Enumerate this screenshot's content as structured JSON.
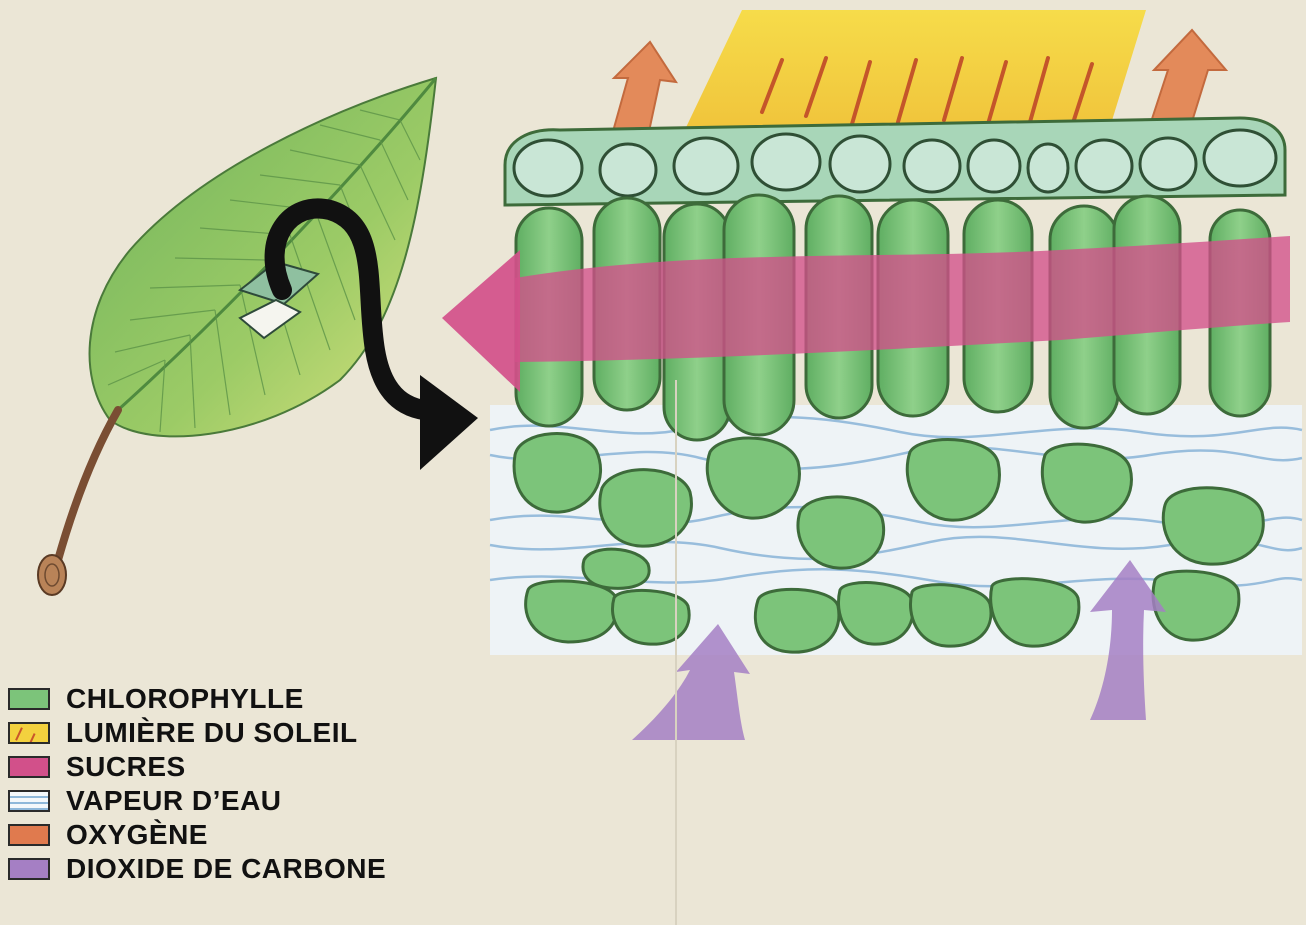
{
  "legend": [
    {
      "label": "CHLOROPHYLLE",
      "color": "#7cc47a",
      "icon": "chlorophyll-swatch"
    },
    {
      "label": "LUMIÈRE DU SOLEIL",
      "color": "#f3d13e",
      "icon": "sunlight-swatch"
    },
    {
      "label": "SUCRES",
      "color": "#d2508a",
      "icon": "sugar-swatch"
    },
    {
      "label": "VAPEUR D’EAU",
      "color": "#a9c9e6",
      "icon": "water-vapour-swatch"
    },
    {
      "label": "OXYGÈNE",
      "color": "#e07a4e",
      "icon": "oxygen-swatch"
    },
    {
      "label": "DIOXIDE DE CARBONE",
      "color": "#a57fc4",
      "icon": "carbon-dioxide-swatch"
    }
  ],
  "colors": {
    "background": "#ebe6d6",
    "leaf": "#8fc46a",
    "leaf_light": "#cfe08a",
    "stem": "#8a5a3c",
    "cell_green": "#7cc47a",
    "cell_outline": "#3d6b3a",
    "epidermis": "#a8d6b8",
    "sunlight": "#f3d13e",
    "sugar": "#d2508a",
    "water_vapour": "#a9c9e6",
    "oxygen": "#e07a4e",
    "carbon_dioxide": "#a57fc4",
    "pointer_arrow": "#111111"
  }
}
